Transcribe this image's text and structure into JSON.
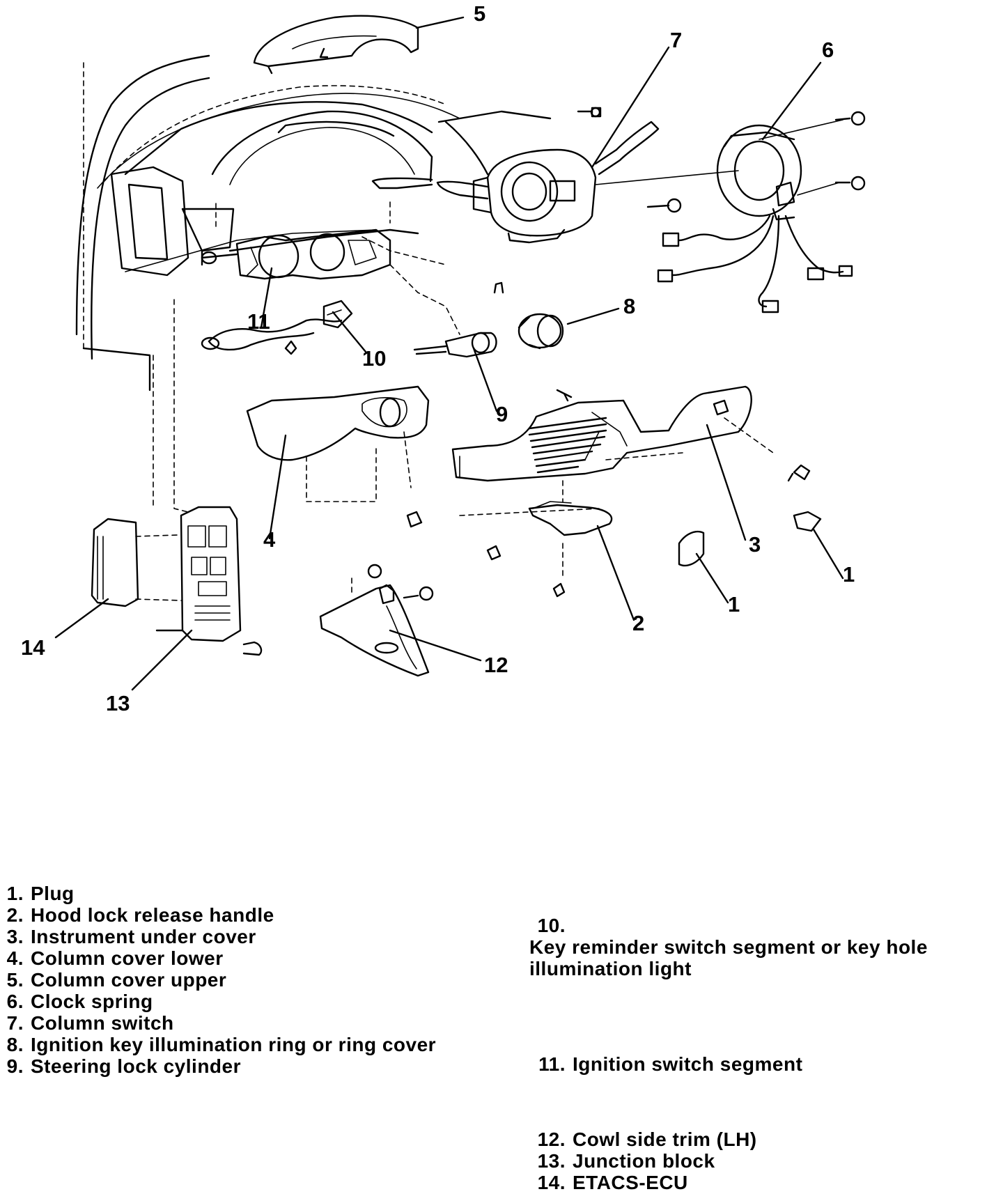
{
  "callouts": {
    "n1a": "1",
    "n1b": "1",
    "n2": "2",
    "n3": "3",
    "n4": "4",
    "n5": "5",
    "n6": "6",
    "n7": "7",
    "n8": "8",
    "n9": "9",
    "n10": "10",
    "n11": "11",
    "n12": "12",
    "n13": "13",
    "n14": "14"
  },
  "legend_left": [
    {
      "num": "1.",
      "text": "Plug"
    },
    {
      "num": "2.",
      "text": "Hood lock release handle"
    },
    {
      "num": "3.",
      "text": "Instrument under cover"
    },
    {
      "num": "4.",
      "text": "Column cover lower"
    },
    {
      "num": "5.",
      "text": "Column cover upper"
    },
    {
      "num": "6.",
      "text": "Clock spring"
    },
    {
      "num": "7.",
      "text": "Column switch"
    },
    {
      "num": "8.",
      "text": "Ignition key illumination ring or ring cover"
    },
    {
      "num": "9.",
      "text": "Steering lock cylinder"
    }
  ],
  "legend_right": [
    {
      "num": "10.",
      "text": "Key reminder switch segment or key hole illumination light"
    },
    {
      "num": "11.",
      "text": "Ignition switch segment"
    },
    {
      "num": "12.",
      "text": "Cowl side trim (LH)"
    },
    {
      "num": "13.",
      "text": "Junction block"
    },
    {
      "num": "14.",
      "text": "ETACS-ECU"
    }
  ]
}
